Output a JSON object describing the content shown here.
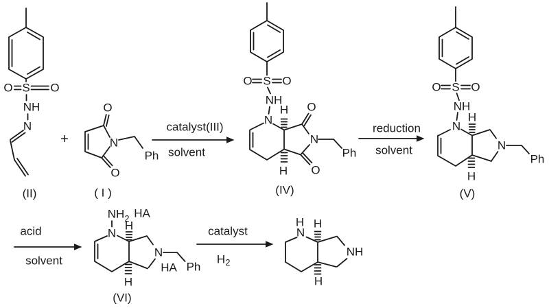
{
  "figure": {
    "type": "chemical-reaction-scheme",
    "tosyl": {
      "O": "O",
      "S": "S",
      "NH": "NH"
    },
    "compound_II": {
      "label": "(II)",
      "N_hydrazone": "N"
    },
    "plus_sign": "+",
    "compound_I": {
      "label": "( I )",
      "O_top": "O",
      "N_imide": "N",
      "O_bottom": "O",
      "Ph": "Ph"
    },
    "step1": {
      "above_arrow": "catalyst(III)",
      "below_arrow": "solvent"
    },
    "compound_IV": {
      "label": "(IV)",
      "N_ring": "N",
      "H_top": "H",
      "H_bottom": "H",
      "N_imide": "N",
      "O_top": "O",
      "O_bottom": "O",
      "Ph": "Ph"
    },
    "step2": {
      "above_arrow": "reduction",
      "below_arrow": "solvent"
    },
    "compound_V": {
      "label": "(V)",
      "N_ring": "N",
      "H_top": "H",
      "H_bottom": "H",
      "N_pyrrolidine": "N",
      "Ph": "Ph"
    },
    "step3": {
      "above_arrow": "acid",
      "below_arrow": "solvent"
    },
    "compound_VI": {
      "label": "(VI)",
      "amine": "NH",
      "amine_subscript": "2",
      "salt_top": "HA",
      "N_ring": "N",
      "H_top": "H",
      "H_bottom": "H",
      "N_pyrrolidine": "N",
      "salt_bottom": "HA",
      "Ph": "Ph"
    },
    "step4": {
      "above_arrow": "catalyst",
      "reagent": "H",
      "reagent_subscript": "2"
    },
    "product": {
      "NH_hydrogen": "H",
      "N_ring": "N",
      "H_top": "H",
      "H_bottom": "H",
      "NH_pyrrolidine": "NH"
    }
  },
  "colors": {
    "ink": "#1a1a1a",
    "background": "#ffffff"
  }
}
